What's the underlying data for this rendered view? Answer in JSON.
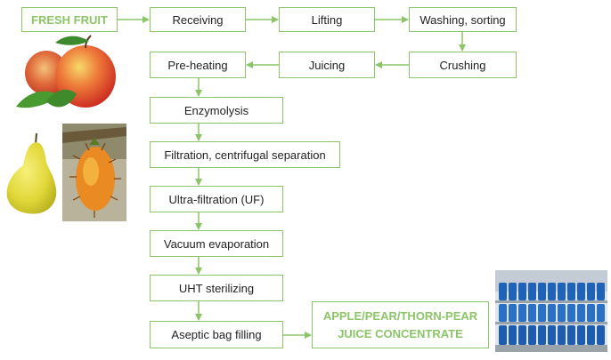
{
  "flow": {
    "source": "FRESH FRUIT",
    "steps": {
      "receiving": "Receiving",
      "lifting": "Lifting",
      "washing": "Washing, sorting",
      "crushing": "Crushing",
      "juicing": "Juicing",
      "preheating": "Pre-heating",
      "enzymolysis": "Enzymolysis",
      "filtration": "Filtration, centrifugal separation",
      "uf": "Ultra-filtration (UF)",
      "vacuum": "Vacuum evaporation",
      "uht": "UHT sterilizing",
      "aseptic": "Aseptic bag filling"
    },
    "product": {
      "line1": "APPLE/PEAR/THORN-PEAR",
      "line2": "JUICE CONCENTRATE"
    }
  },
  "colors": {
    "box_border": "#8cc567",
    "accent_text": "#8cc567",
    "arrow": "#8cc567"
  },
  "illustrations": [
    "apple-photo",
    "pear-photo",
    "thorn-pear-photo",
    "drums-photo"
  ]
}
